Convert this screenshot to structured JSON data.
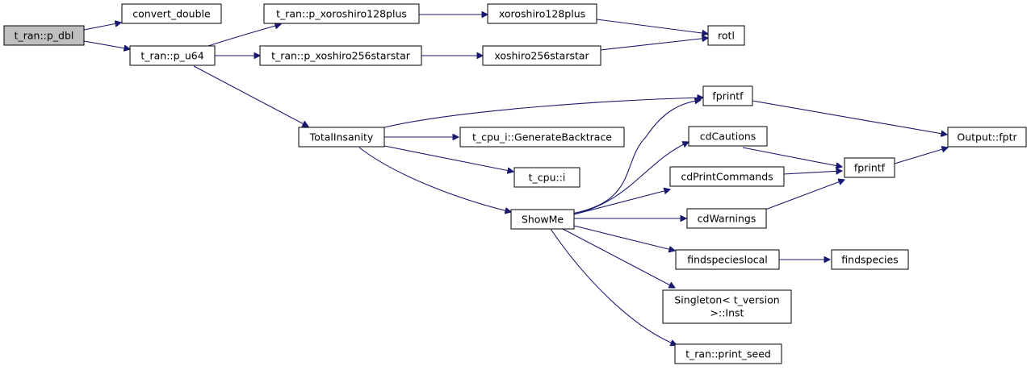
{
  "graph": {
    "nodes": {
      "p_dbl": {
        "lines": [
          "t_ran::p_dbl"
        ],
        "root": true
      },
      "convert_double": {
        "lines": [
          "convert_double"
        ]
      },
      "p_u64": {
        "lines": [
          "t_ran::p_u64"
        ]
      },
      "p_xoroshiro128plus": {
        "lines": [
          "t_ran::p_xoroshiro128plus"
        ]
      },
      "xoroshiro128plus": {
        "lines": [
          "xoroshiro128plus"
        ]
      },
      "rotl": {
        "lines": [
          "rotl"
        ]
      },
      "p_xoshiro256starstar": {
        "lines": [
          "t_ran::p_xoshiro256starstar"
        ]
      },
      "xoshiro256starstar": {
        "lines": [
          "xoshiro256starstar"
        ]
      },
      "TotalInsanity": {
        "lines": [
          "TotalInsanity"
        ]
      },
      "GenerateBacktrace": {
        "lines": [
          "t_cpu_i::GenerateBacktrace"
        ]
      },
      "t_cpu_i": {
        "lines": [
          "t_cpu::i"
        ]
      },
      "ShowMe": {
        "lines": [
          "ShowMe"
        ]
      },
      "fprintf_top": {
        "lines": [
          "fprintf"
        ]
      },
      "cdCautions": {
        "lines": [
          "cdCautions"
        ]
      },
      "cdPrintCommands": {
        "lines": [
          "cdPrintCommands"
        ]
      },
      "cdWarnings": {
        "lines": [
          "cdWarnings"
        ]
      },
      "fprintf_mid": {
        "lines": [
          "fprintf"
        ]
      },
      "Output_fptr": {
        "lines": [
          "Output::fptr"
        ]
      },
      "findspecieslocal": {
        "lines": [
          "findspecieslocal"
        ]
      },
      "findspecies": {
        "lines": [
          "findspecies"
        ]
      },
      "Singleton_Inst": {
        "lines": [
          "Singleton< t_version",
          ">::Inst"
        ]
      },
      "print_seed": {
        "lines": [
          "t_ran::print_seed"
        ]
      }
    }
  }
}
